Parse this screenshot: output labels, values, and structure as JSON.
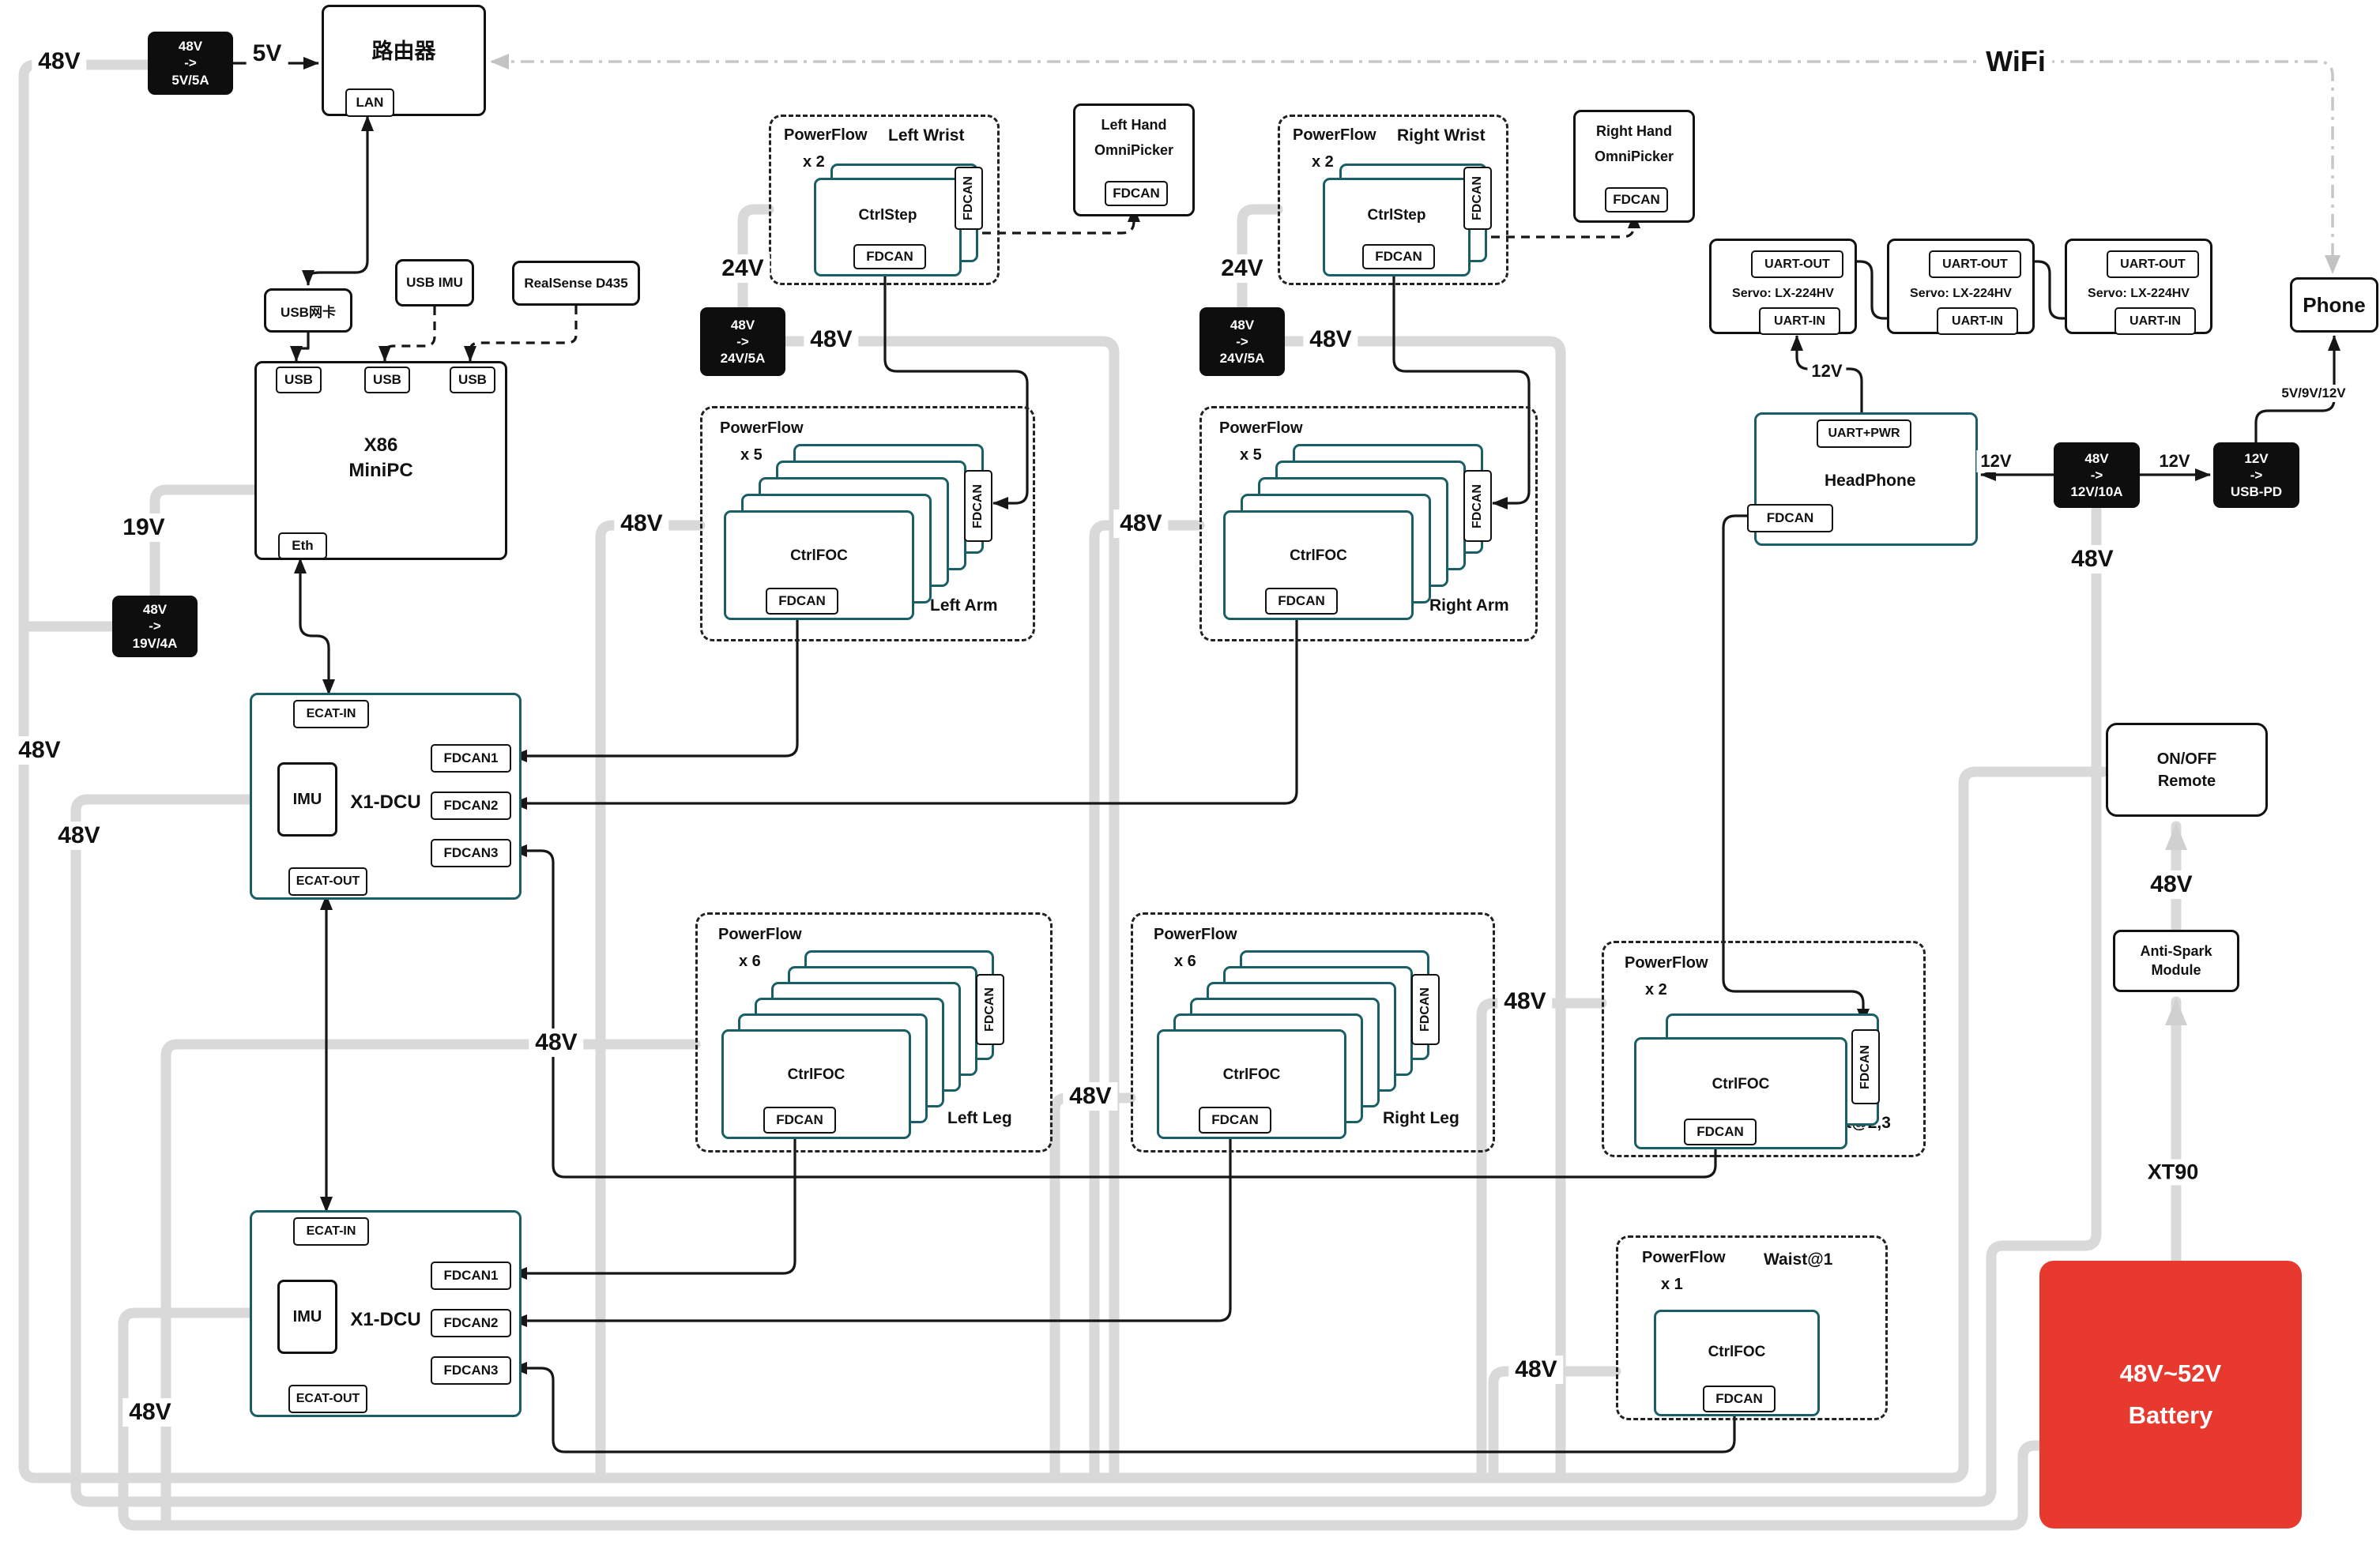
{
  "volt": {
    "v48": "48V",
    "v24": "24V",
    "v19": "19V",
    "v12": "12V",
    "v5": "5V",
    "v5912": "5V/9V/12V",
    "wifi": "WiFi",
    "xt90": "XT90"
  },
  "converters": {
    "c5": {
      "in": "48V",
      "arrow": "->",
      "out": "5V/5A"
    },
    "c19": {
      "in": "48V",
      "arrow": "->",
      "out": "19V/4A"
    },
    "c24": {
      "in": "48V",
      "arrow": "->",
      "out": "24V/5A"
    },
    "c12": {
      "in": "48V",
      "arrow": "->",
      "out": "12V/10A"
    },
    "cpd": {
      "in": "12V",
      "arrow": "->",
      "out": "USB-PD"
    }
  },
  "router": {
    "title": "路由器",
    "lan": "LAN"
  },
  "phone": {
    "label": "Phone"
  },
  "pc": {
    "line1": "X86",
    "line2": "MiniPC",
    "usb": "USB",
    "eth": "Eth"
  },
  "peripherals": {
    "nic": "USB网卡",
    "imu": "USB IMU",
    "realsense": "RealSense D435"
  },
  "dcu": {
    "title": "X1-DCU",
    "ecat_in": "ECAT-IN",
    "ecat_out": "ECAT-OUT",
    "imu": "IMU",
    "fdcan": [
      "FDCAN1",
      "FDCAN2",
      "FDCAN3"
    ]
  },
  "hands": {
    "left": {
      "line1": "Left Hand",
      "line2": "OmniPicker",
      "port": "FDCAN"
    },
    "right": {
      "line1": "Right Hand",
      "line2": "OmniPicker",
      "port": "FDCAN"
    }
  },
  "servo": {
    "out": "UART-OUT",
    "name": "Servo: LX-224HV",
    "in": "UART-IN"
  },
  "headphone": {
    "uart": "UART+PWR",
    "title": "HeadPhone",
    "fdcan": "FDCAN"
  },
  "remote": {
    "line1": "ON/OFF",
    "line2": "Remote"
  },
  "antispark": {
    "line1": "Anti-Spark",
    "line2": "Module"
  },
  "battery": {
    "line1": "48V~52V",
    "line2": "Battery"
  },
  "powerflow_groups": [
    {
      "id": "left_wrist",
      "label": "PowerFlow",
      "mult": "x 2",
      "name": "Left Wrist",
      "ctrl": "CtrlStep",
      "fdcan": "FDCAN",
      "count": 2
    },
    {
      "id": "right_wrist",
      "label": "PowerFlow",
      "mult": "x 2",
      "name": "Right Wrist",
      "ctrl": "CtrlStep",
      "fdcan": "FDCAN",
      "count": 2
    },
    {
      "id": "left_arm",
      "label": "PowerFlow",
      "mult": "x 5",
      "name": "Left Arm",
      "ctrl": "CtrlFOC",
      "fdcan": "FDCAN",
      "count": 5
    },
    {
      "id": "right_arm",
      "label": "PowerFlow",
      "mult": "x 5",
      "name": "Right Arm",
      "ctrl": "CtrlFOC",
      "fdcan": "FDCAN",
      "count": 5
    },
    {
      "id": "left_leg",
      "label": "PowerFlow",
      "mult": "x 6",
      "name": "Left Leg",
      "ctrl": "CtrlFOC",
      "fdcan": "FDCAN",
      "count": 6
    },
    {
      "id": "right_leg",
      "label": "PowerFlow",
      "mult": "x 6",
      "name": "Right Leg",
      "ctrl": "CtrlFOC",
      "fdcan": "FDCAN",
      "count": 6
    },
    {
      "id": "waist23",
      "label": "PowerFlow",
      "mult": "x 2",
      "name": "Waist@2,3",
      "ctrl": "CtrlFOC",
      "fdcan": "FDCAN",
      "count": 2
    },
    {
      "id": "waist1",
      "label": "PowerFlow",
      "mult": "x 1",
      "name": "Waist@1",
      "ctrl": "CtrlFOC",
      "fdcan": "FDCAN",
      "count": 1
    }
  ]
}
